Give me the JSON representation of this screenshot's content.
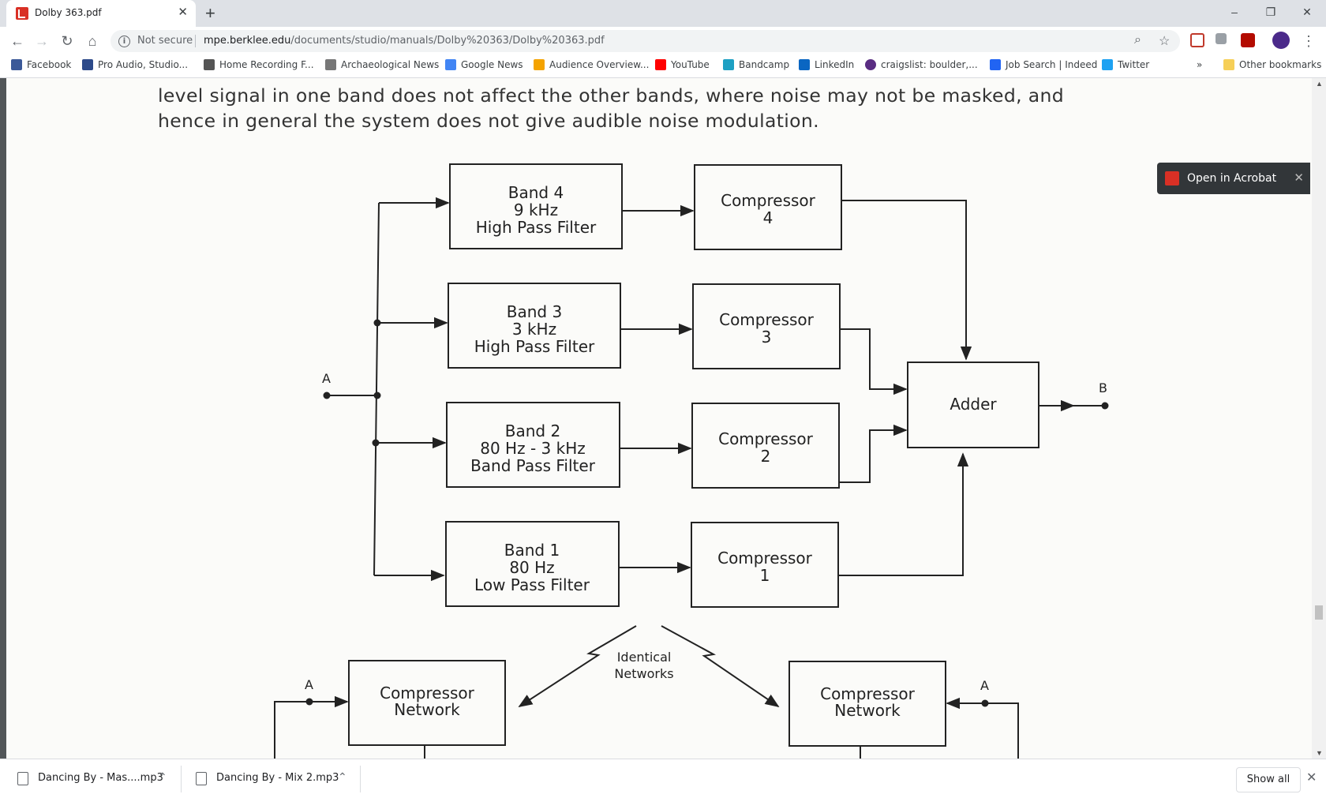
{
  "tab": {
    "title": "Dolby 363.pdf"
  },
  "toolbar": {
    "security_label": "Not secure",
    "url_host": "mpe.berklee.edu",
    "url_path": "/documents/studio/manuals/Dolby%20363/Dolby%20363.pdf"
  },
  "bookmarks": [
    {
      "label": "Facebook",
      "icon": "facebook-icon",
      "color": "#3b5998"
    },
    {
      "label": "Pro Audio, Studio...",
      "icon": "pro-audio-icon",
      "color": "#2d4a8a"
    },
    {
      "label": "Home Recording F...",
      "icon": "home-recording-icon",
      "color": "#555555"
    },
    {
      "label": "Archaeological News",
      "icon": "archaeology-icon",
      "color": "#777777"
    },
    {
      "label": "Google News",
      "icon": "google-news-icon",
      "color": "#4285f4"
    },
    {
      "label": "Audience Overview...",
      "icon": "analytics-icon",
      "color": "#f4a300"
    },
    {
      "label": "YouTube",
      "icon": "youtube-icon",
      "color": "#ff0000"
    },
    {
      "label": "Bandcamp",
      "icon": "bandcamp-icon",
      "color": "#1da0c3"
    },
    {
      "label": "LinkedIn",
      "icon": "linkedin-icon",
      "color": "#0a66c2"
    },
    {
      "label": "craigslist: boulder,...",
      "icon": "craigslist-icon",
      "color": "#5a2d82"
    },
    {
      "label": "Job Search | Indeed",
      "icon": "indeed-icon",
      "color": "#2164f3"
    },
    {
      "label": "Twitter",
      "icon": "twitter-icon",
      "color": "#1da1f2"
    }
  ],
  "other_bookmarks": "Other bookmarks",
  "overflow_label": "»",
  "pdf": {
    "text_lines": [
      "level signal in one band does not affect the other bands, where noise may not be masked, and",
      "hence in general the system does not give audible noise modulation."
    ],
    "diagram": {
      "bands": [
        {
          "line1": "Band 4",
          "line2": "9 kHz",
          "line3": "High Pass Filter"
        },
        {
          "line1": "Band 3",
          "line2": "3 kHz",
          "line3": "High Pass Filter"
        },
        {
          "line1": "Band 2",
          "line2": "80 Hz - 3 kHz",
          "line3": "Band Pass Filter"
        },
        {
          "line1": "Band 1",
          "line2": "80 Hz",
          "line3": "Low Pass Filter"
        }
      ],
      "compressors": [
        {
          "line1": "Compressor",
          "line2": "4"
        },
        {
          "line1": "Compressor",
          "line2": "3"
        },
        {
          "line1": "Compressor",
          "line2": "2"
        },
        {
          "line1": "Compressor",
          "line2": "1"
        }
      ],
      "adder": "Adder",
      "input_label": "A",
      "output_label": "B",
      "identical_line1": "Identical",
      "identical_line2": "Networks",
      "network_left_line1": "Compressor",
      "network_left_line2": "Network",
      "network_right_line1": "Compressor",
      "network_right_line2": "Network",
      "left_network_input": "A",
      "right_network_input": "A"
    }
  },
  "acrobat": {
    "label": "Open in Acrobat"
  },
  "downloads": [
    {
      "name": "Dancing By - Mas....mp3"
    },
    {
      "name": "Dancing By - Mix 2.mp3"
    }
  ],
  "show_all": "Show all"
}
